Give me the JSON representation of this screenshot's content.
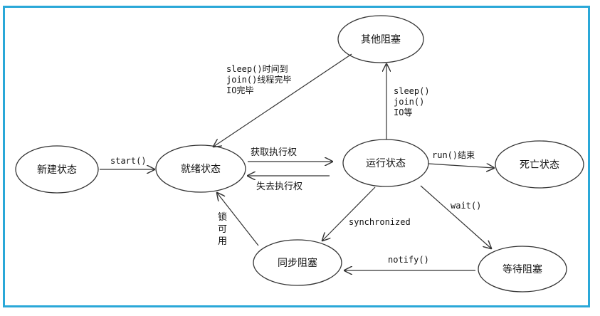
{
  "nodes": {
    "new": "新建状态",
    "ready": "就绪状态",
    "running": "运行状态",
    "dead": "死亡状态",
    "other_blocked": "其他阻塞",
    "sync_blocked": "同步阻塞",
    "wait_blocked": "等待阻塞"
  },
  "edges": {
    "start": "start()",
    "acquire": "获取执行权",
    "lose": "失去执行权",
    "run_end": "run()结束",
    "to_other": [
      "sleep()",
      "join()",
      "IO等"
    ],
    "from_other": [
      "sleep()时间到",
      "join()线程完毕",
      "IO完毕"
    ],
    "synchronized": "synchronized",
    "wait": "wait()",
    "notify": "notify()",
    "lock": [
      "锁",
      "可",
      "用"
    ]
  },
  "colors": {
    "border": "#2aa8d8",
    "stroke": "#333333"
  }
}
